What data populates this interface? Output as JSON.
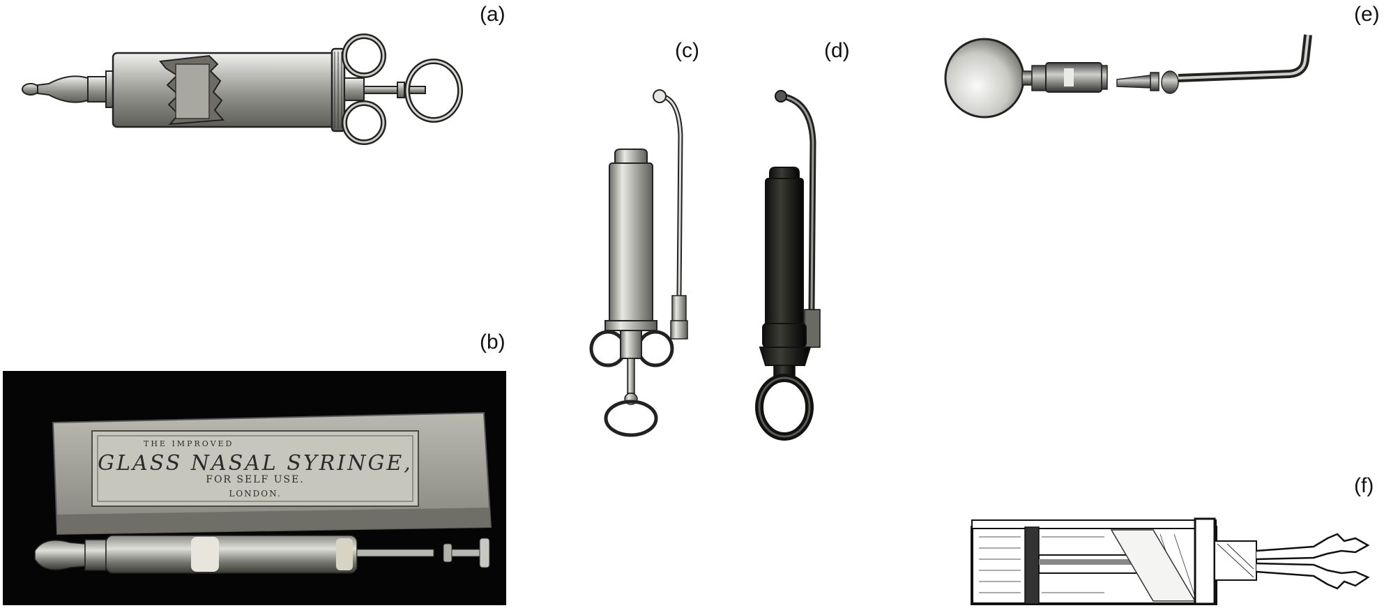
{
  "figure": {
    "panels": [
      {
        "id": "a",
        "label": "(a)"
      },
      {
        "id": "b",
        "label": "(b)"
      },
      {
        "id": "c",
        "label": "(c)"
      },
      {
        "id": "d",
        "label": "(d)"
      },
      {
        "id": "e",
        "label": "(e)"
      },
      {
        "id": "f",
        "label": "(f)"
      }
    ],
    "box_label": {
      "line1": "THE IMPROVED",
      "line2": "GLASS NASAL SYRINGE,",
      "line3": "FOR SELF USE.",
      "line4": "LONDON."
    }
  },
  "colors": {
    "background": "#ffffff",
    "ink": "#222222",
    "photo_background": "#050505",
    "box_gray": "#9a9a92",
    "glass": "#cfcfca"
  }
}
